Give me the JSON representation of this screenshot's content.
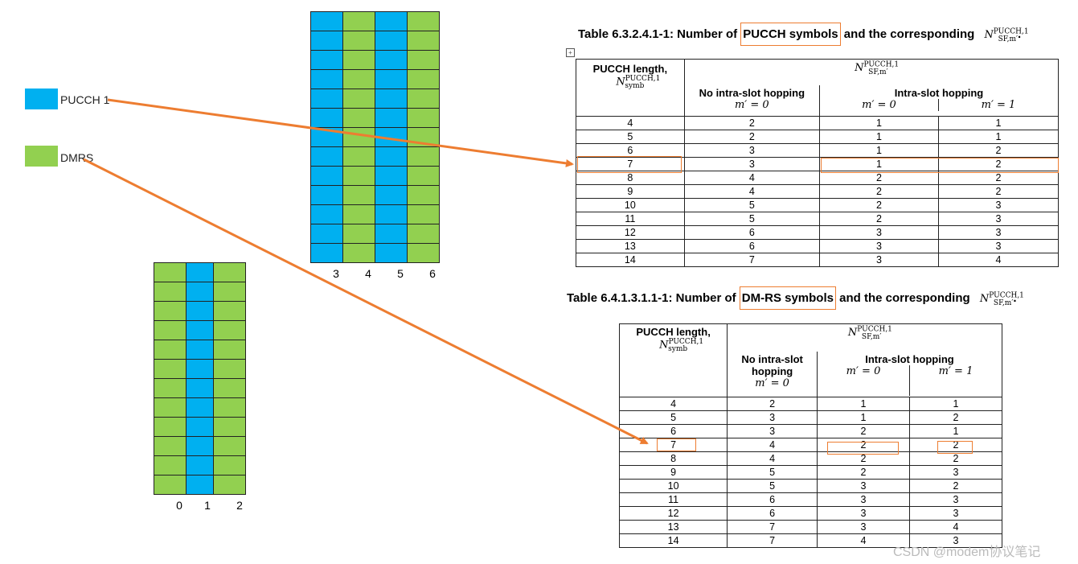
{
  "legend": {
    "pucch_label": "PUCCH 1",
    "dmrs_label": "DMRS",
    "pucch_color": "#00b0f0",
    "dmrs_color": "#92d050"
  },
  "grid14": {
    "col_labels": [
      "3",
      "4",
      "5",
      "6"
    ]
  },
  "grid7": {
    "col_labels": [
      "0",
      "1",
      "2"
    ]
  },
  "table1": {
    "title_prefix": "Table 6.3.2.4.1-1: Number of ",
    "title_highlight": "PUCCH symbols",
    "title_suffix": " and the corresponding",
    "nsf_main": "N",
    "nsf_sup": "PUCCH,1",
    "nsf_sub": "SF,m′",
    "hdr_len": "PUCCH length,",
    "hdr_len_sym_main": "N",
    "hdr_len_sym_sup": "PUCCH,1",
    "hdr_len_sym_sub": "symb",
    "hdr_no_hop": "No intra-slot hopping",
    "hdr_hop": "Intra-slot hopping",
    "m0": "m′ = 0",
    "m1": "m′ = 1",
    "rows": [
      [
        "4",
        "2",
        "1",
        "1"
      ],
      [
        "5",
        "2",
        "1",
        "1"
      ],
      [
        "6",
        "3",
        "1",
        "2"
      ],
      [
        "7",
        "3",
        "1",
        "2"
      ],
      [
        "8",
        "4",
        "2",
        "2"
      ],
      [
        "9",
        "4",
        "2",
        "2"
      ],
      [
        "10",
        "5",
        "2",
        "3"
      ],
      [
        "11",
        "5",
        "2",
        "3"
      ],
      [
        "12",
        "6",
        "3",
        "3"
      ],
      [
        "13",
        "6",
        "3",
        "3"
      ],
      [
        "14",
        "7",
        "3",
        "4"
      ]
    ]
  },
  "table2": {
    "title_prefix": "Table 6.4.1.3.1.1-1: Number of ",
    "title_highlight": "DM-RS symbols",
    "title_suffix": " and the corresponding",
    "nsf_main": "N",
    "nsf_sup": "PUCCH,1",
    "nsf_sub": "SF,m′",
    "hdr_len": "PUCCH length,",
    "hdr_len_sym_main": "N",
    "hdr_len_sym_sup": "PUCCH,1",
    "hdr_len_sym_sub": "symb",
    "hdr_no_hop_1": "No intra-slot",
    "hdr_no_hop_2": "hopping",
    "hdr_hop": "Intra-slot hopping",
    "m0": "m′ = 0",
    "m1": "m′ = 1",
    "rows": [
      [
        "4",
        "2",
        "1",
        "1"
      ],
      [
        "5",
        "3",
        "1",
        "2"
      ],
      [
        "6",
        "3",
        "2",
        "1"
      ],
      [
        "7",
        "4",
        "2",
        "2"
      ],
      [
        "8",
        "4",
        "2",
        "2"
      ],
      [
        "9",
        "5",
        "2",
        "3"
      ],
      [
        "10",
        "5",
        "3",
        "2"
      ],
      [
        "11",
        "6",
        "3",
        "3"
      ],
      [
        "12",
        "6",
        "3",
        "3"
      ],
      [
        "13",
        "7",
        "3",
        "4"
      ],
      [
        "14",
        "7",
        "4",
        "3"
      ]
    ]
  },
  "watermark": "CSDN @modem协议笔记",
  "arrow_color": "#ed7d31"
}
